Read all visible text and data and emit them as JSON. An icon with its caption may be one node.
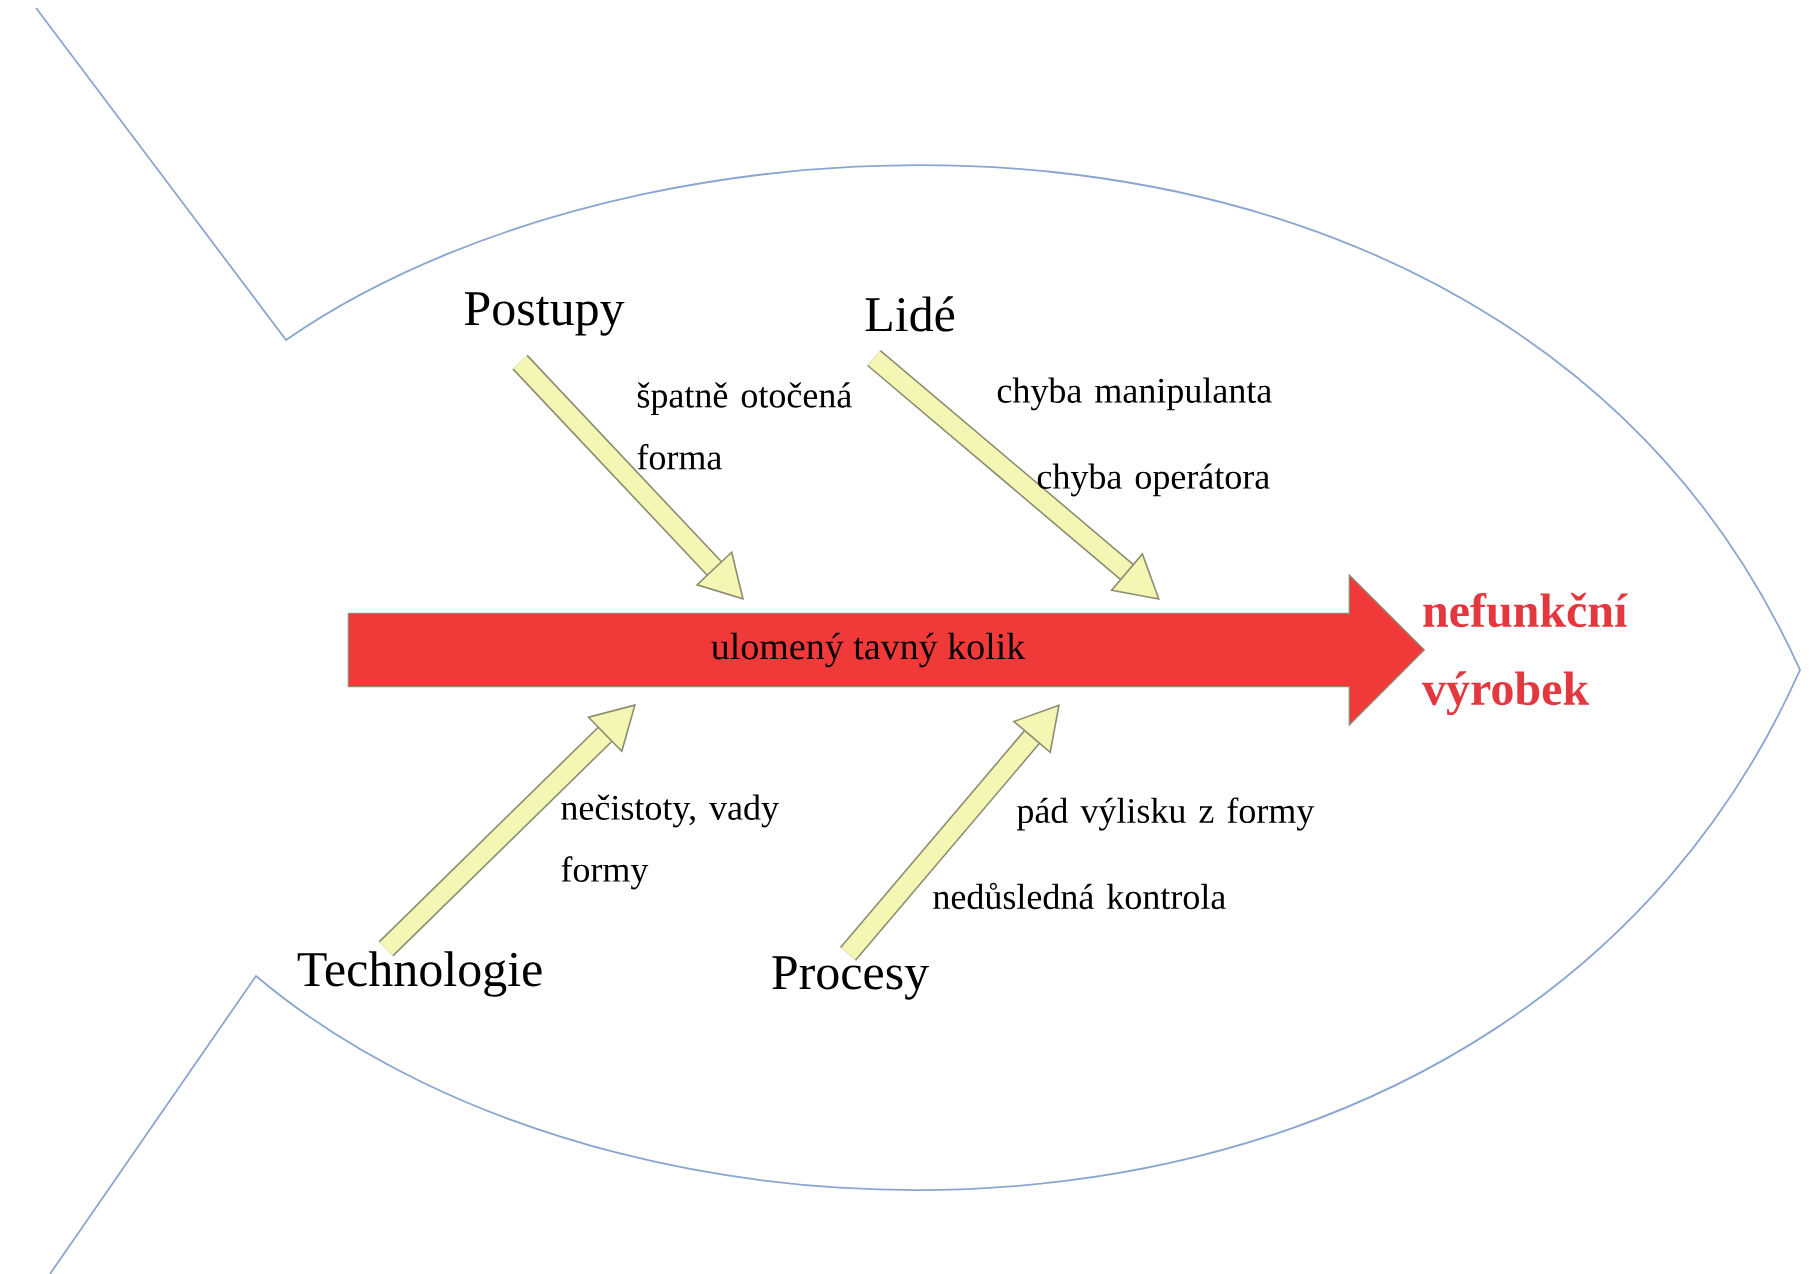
{
  "diagram": {
    "nodes": [
      {
        "text": [
          "ulomený tavný kolik"
        ]
      },
      {
        "text": [
          "nefunkční výrobek"
        ]
      },
      {
        "text": [
          "Postupy"
        ]
      },
      {
        "text": [
          "Lidé"
        ]
      },
      {
        "text": [
          "Technologie"
        ]
      },
      {
        "text": [
          "Procesy"
        ]
      }
    ],
    "edges": [
      {
        "from": 2,
        "to": 0,
        "arrow": "to"
      },
      {
        "from": 3,
        "to": 0,
        "arrow": "to"
      },
      {
        "from": 4,
        "to": 0,
        "arrow": "to"
      },
      {
        "from": 5,
        "to": 0,
        "arrow": "to"
      }
    ],
    "labels": [
      "špatně otočená forma",
      "chyba manipulanta",
      "chyba operátora",
      "nečistoty, vady formy",
      "pád výlisku z formy",
      "nedůsledná kontrola"
    ]
  }
}
